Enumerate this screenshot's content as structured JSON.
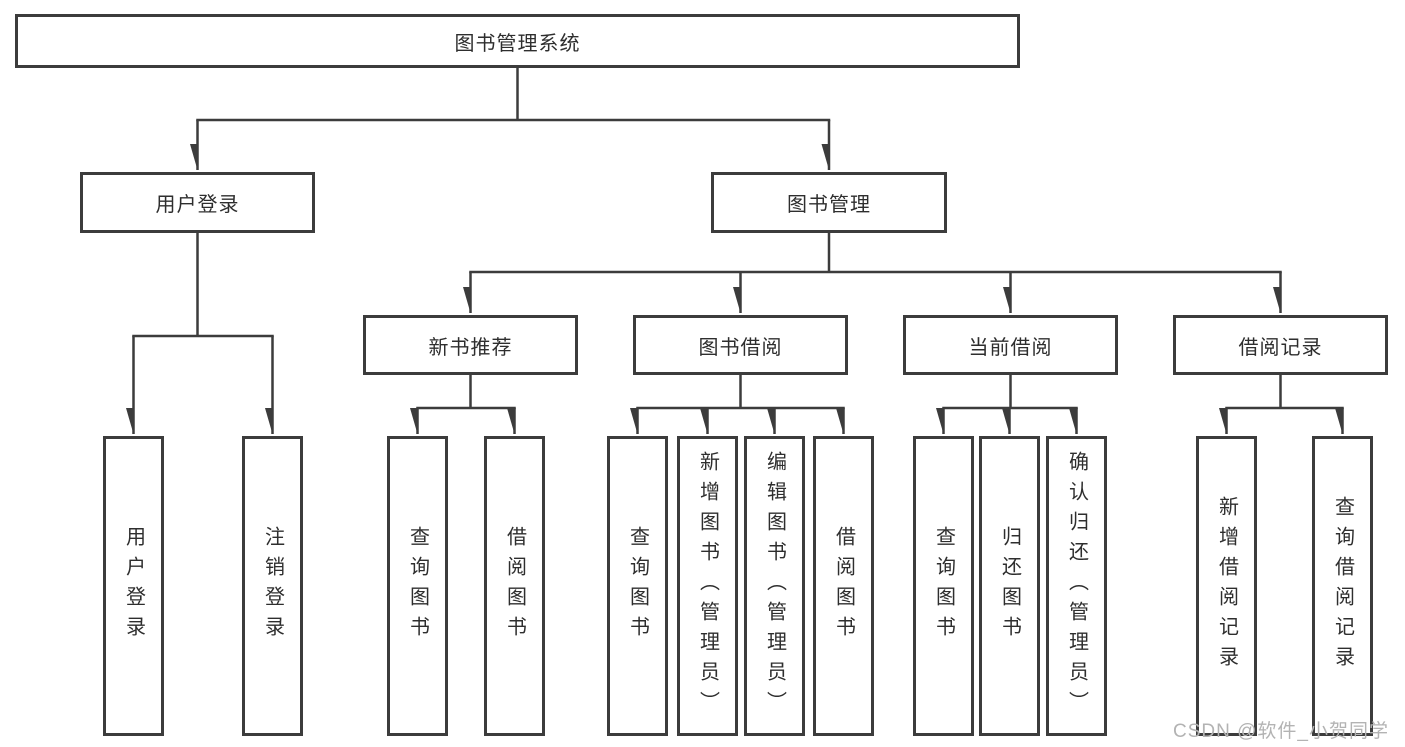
{
  "tree": {
    "root": {
      "label": "图书管理系统",
      "children": [
        {
          "label": "用户登录",
          "children": [
            {
              "label": "用户登录"
            },
            {
              "label": "注销登录"
            }
          ]
        },
        {
          "label": "图书管理",
          "children": [
            {
              "label": "新书推荐",
              "children": [
                {
                  "label": "查询图书"
                },
                {
                  "label": "借阅图书"
                }
              ]
            },
            {
              "label": "图书借阅",
              "children": [
                {
                  "label": "查询图书"
                },
                {
                  "label": "新增图书（管理员）"
                },
                {
                  "label": "编辑图书（管理员）"
                },
                {
                  "label": "借阅图书"
                }
              ]
            },
            {
              "label": "当前借阅",
              "children": [
                {
                  "label": "查询图书"
                },
                {
                  "label": "归还图书"
                },
                {
                  "label": "确认归还（管理员）"
                }
              ]
            },
            {
              "label": "借阅记录",
              "children": [
                {
                  "label": "新增借阅记录"
                },
                {
                  "label": "查询借阅记录"
                }
              ]
            }
          ]
        }
      ]
    }
  },
  "watermark": {
    "text": "CSDN @软件_小贺同学"
  },
  "colors": {
    "line": "#3c3c3c",
    "node_text": "#2e2e2e",
    "background": "#ffffff",
    "watermark": "#b3b3b3"
  }
}
